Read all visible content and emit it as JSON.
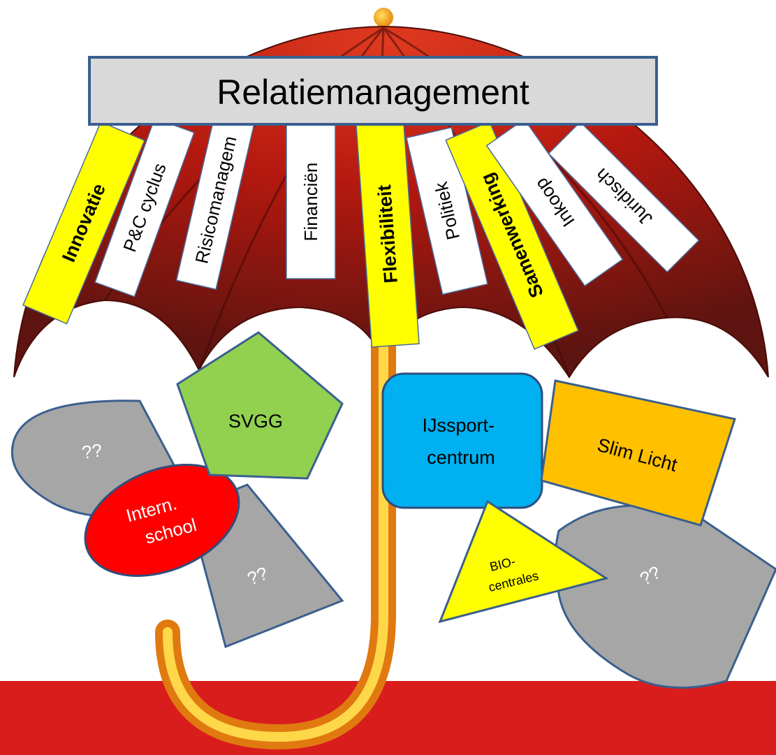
{
  "title": "Relatiemanagement",
  "ribbons": [
    {
      "label": "Innovatie",
      "style": "highlight"
    },
    {
      "label": "P&C cyclus",
      "style": "plain"
    },
    {
      "label": "Risicomanagem",
      "style": "plain"
    },
    {
      "label": "Financiën",
      "style": "plain"
    },
    {
      "label": "Flexibiliteit",
      "style": "highlight"
    },
    {
      "label": "Politiek",
      "style": "plain"
    },
    {
      "label": "Samenwerking",
      "style": "highlight"
    },
    {
      "label": "Inkoop",
      "style": "plain"
    },
    {
      "label": "Juridisch",
      "style": "plain"
    }
  ],
  "shapes": {
    "unknown_left": "??",
    "svgg": "SVGG",
    "intern_school": [
      "Intern.",
      "school"
    ],
    "unknown_bottom_left": "??",
    "ijssport": [
      "IJssport-",
      "centrum"
    ],
    "slim_licht": "Slim Licht",
    "bio": [
      "BIO-",
      "centrales"
    ],
    "unknown_right": "??"
  },
  "colors": {
    "canopy_dark": "#6e1a14",
    "canopy_light": "#d02010",
    "handle": "#f7a21c",
    "handle_light": "#ffe15a",
    "ground": "#d91d1d",
    "highlight_ribbon": "#ffff00",
    "plain_ribbon": "#ffffff",
    "ribbon_border": "#4a6a9a",
    "title_box": "#d9d9d9",
    "svgg": "#92d050",
    "ijssport": "#00b0f0",
    "slim_licht": "#ffc000",
    "intern_school": "#ff0000",
    "bio": "#ffff00",
    "unknown": "#a6a6a6"
  }
}
